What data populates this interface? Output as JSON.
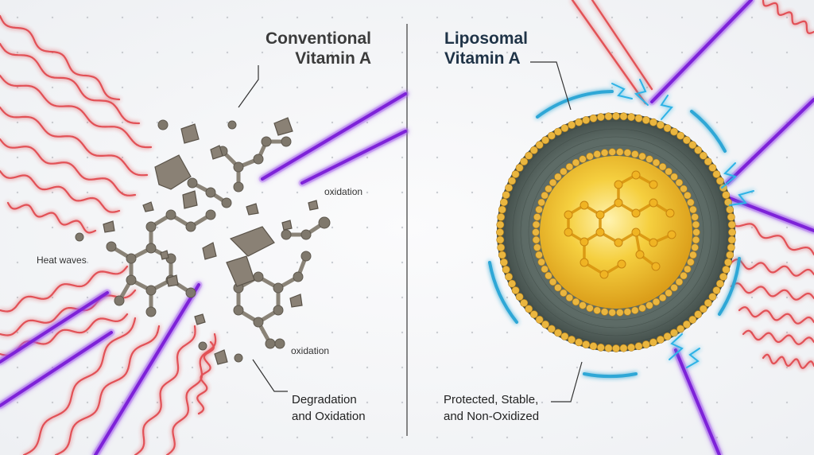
{
  "left_panel": {
    "title_line1": "Conventional",
    "title_line2": "Vitamin A",
    "label_heat": "Heat waves",
    "label_oxidation_1": "oxidation",
    "label_oxidation_2": "oxidation",
    "caption_line1": "Degradation",
    "caption_line2": "and Oxidation"
  },
  "right_panel": {
    "title_line1": "Liposomal",
    "title_line2": "Vitamin A",
    "caption_line1": "Protected, Stable,",
    "caption_line2": "and Non-Oxidized"
  },
  "colors": {
    "heat_wave": "#e0353b",
    "uv_beam": "#8a2be2",
    "membrane_head": "#e8b23c",
    "membrane_tail": "#4d5b57",
    "core": "#f2c12e",
    "shield": "#2fa7d6",
    "fragment": "#7a7164"
  }
}
